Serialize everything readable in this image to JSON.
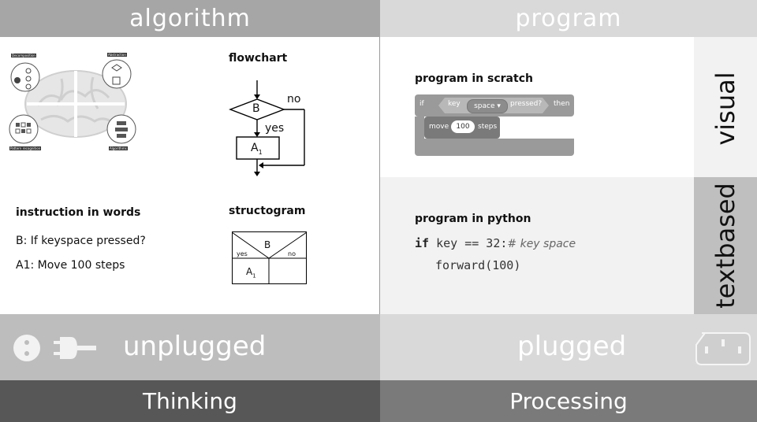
{
  "headers": {
    "algorithm": "algorithm",
    "program": "program"
  },
  "algorithm": {
    "brain_labels": [
      "Decomposition",
      "Abstraction",
      "Pattern recognition",
      "Algorithms"
    ],
    "flowchart": {
      "title": "flowchart",
      "decision": "B",
      "no": "no",
      "yes": "yes",
      "action": "A",
      "action_sub": "1"
    },
    "words": {
      "title": "instruction in words",
      "line1": "B: If keyspace pressed?",
      "line2": "A1: Move 100 steps"
    },
    "structogram": {
      "title": "structogram",
      "decision": "B",
      "yes": "yes",
      "no": "no",
      "action": "A",
      "action_sub": "1"
    }
  },
  "program": {
    "scratch": {
      "title": "program in scratch",
      "if": "if",
      "key": "key",
      "key_value": "space",
      "pressed": "pressed?",
      "then": "then",
      "move": "move",
      "steps_value": "100",
      "steps": "steps"
    },
    "python": {
      "title": "program in python",
      "kw_if": "if",
      "cond": "key == 32:",
      "comment": "# key space",
      "body": "forward(100)"
    },
    "side_visual": "visual",
    "side_text": "textbased"
  },
  "footer": {
    "unplugged": "unplugged",
    "plugged": "plugged",
    "thinking": "Thinking",
    "processing": "Processing"
  }
}
